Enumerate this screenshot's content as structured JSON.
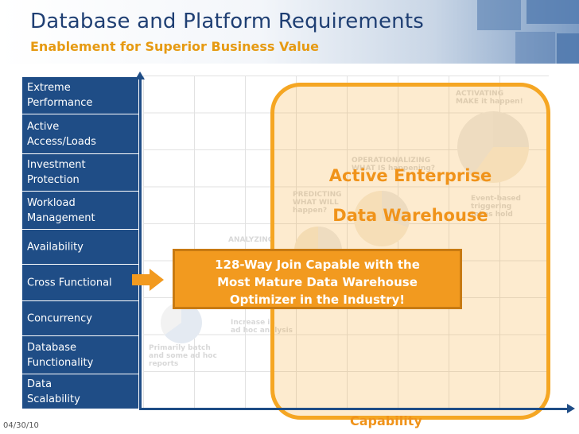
{
  "header": {
    "title": "Database and Platform Requirements",
    "subtitle": "Enablement for Superior Business Value"
  },
  "categories": [
    "Extreme\nPerformance",
    "Active\nAccess/Loads",
    "Investment\nProtection",
    "Workload\nManagement",
    "Availability",
    "Cross Functional",
    "Concurrency",
    "Database\nFunctionality",
    "Data\nScalability"
  ],
  "background_stages": {
    "activating": "ACTIVATING\nMAKE it happen!",
    "operationalizing": "OPERATIONALIZING\nWHAT IS happening?",
    "predicting": "PREDICTING\nWHAT WILL\nhappen?",
    "analyzing": "ANALYZING",
    "event_based": "Event-based\ntriggering\ntakes hold",
    "increase": "Increase in\nad hoc analysis",
    "batch": "Primarily batch\nand some ad hoc\nreports"
  },
  "enterprise": {
    "line1": "Active Enterprise",
    "line2": "Data Warehouse"
  },
  "callout": "128-Way Join Capable with the\nMost Mature Data Warehouse\nOptimizer in the Industry!",
  "footer": {
    "date": "04/30/10"
  },
  "axis": {
    "x_label": "Capability"
  },
  "colors": {
    "navy": "#1f4d86",
    "orange": "#f5a623",
    "title_blue": "#1f3f73"
  }
}
